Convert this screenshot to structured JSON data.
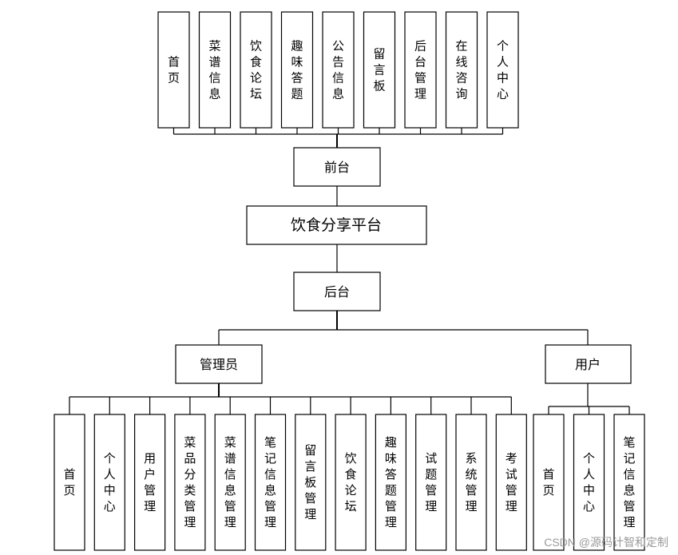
{
  "root": {
    "label": "饮食分享平台"
  },
  "frontend": {
    "label": "前台",
    "modules": [
      "首页",
      "菜谱信息",
      "饮食论坛",
      "趣味答题",
      "公告信息",
      "留言板",
      "后台管理",
      "在线咨询",
      "个人中心"
    ]
  },
  "backend": {
    "label": "后台",
    "admin": {
      "label": "管理员",
      "modules": [
        "首页",
        "个人中心",
        "用户管理",
        "菜品分类管理",
        "菜谱信息管理",
        "笔记信息管理",
        "留言板管理",
        "饮食论坛",
        "趣味答题管理",
        "试题管理",
        "系统管理",
        "考试管理"
      ]
    },
    "user": {
      "label": "用户",
      "modules": [
        "首页",
        "个人中心",
        "笔记信息管理"
      ]
    }
  },
  "watermark": "CSDN @源码计智和定制"
}
